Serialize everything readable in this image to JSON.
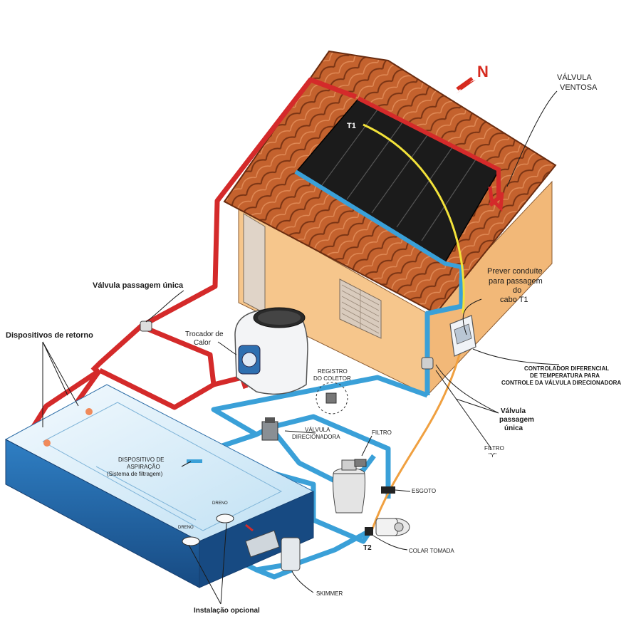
{
  "compass": {
    "label": "N",
    "color": "#d62a1e"
  },
  "labels": {
    "valvula_ventosa": [
      "VÁLVULA",
      "VENTOSA"
    ],
    "t1": "T1",
    "t2": "T2",
    "prever_conduite": [
      "Prever conduíte",
      "para passagem",
      "do",
      "cabo T1"
    ],
    "valvula_passagem_unica_top": "Válvula passagem única",
    "dispositivos_retorno": "Dispositivos de retorno",
    "trocador_calor": [
      "Trocador de",
      "Calor"
    ],
    "registro_coletor": [
      "REGISTRO",
      "DO COLETOR"
    ],
    "controlador": [
      "CONTROLADOR DIFERENCIAL",
      "DE TEMPERATURA PARA",
      "CONTROLE DA VÁLVULA DIRECIONADORA"
    ],
    "valvula_passagem_unica_right": [
      "Válvula",
      "passagem",
      "única"
    ],
    "valvula_direcionadora": [
      "VÁLVULA",
      "DIRECIONADORA"
    ],
    "filtro": "FILTRO",
    "filtro_y": [
      "FILTRO",
      "\"Y\""
    ],
    "dispositivo_aspiracao": [
      "DISPOSITIVO DE",
      "ASPIRAÇÃO",
      "(Sistema de filtragem)"
    ],
    "esgoto": "ESGOTO",
    "colar_tomada": "COLAR TOMADA",
    "skimmer": "SKIMMER",
    "instalacao_opcional": "Instalação opcional",
    "dreno": "DRENO"
  },
  "colors": {
    "hot_pipe": "#d42a2a",
    "cold_pipe": "#3aa0d8",
    "sensor_cable": "#f2e23a",
    "conduit": "#f0a040",
    "roof": "#c4622e",
    "wall": "#f6c68c",
    "panel": "#1b1b1b",
    "pool_water": "#e6f3fb",
    "pool_wall": "#1f5d9e"
  }
}
